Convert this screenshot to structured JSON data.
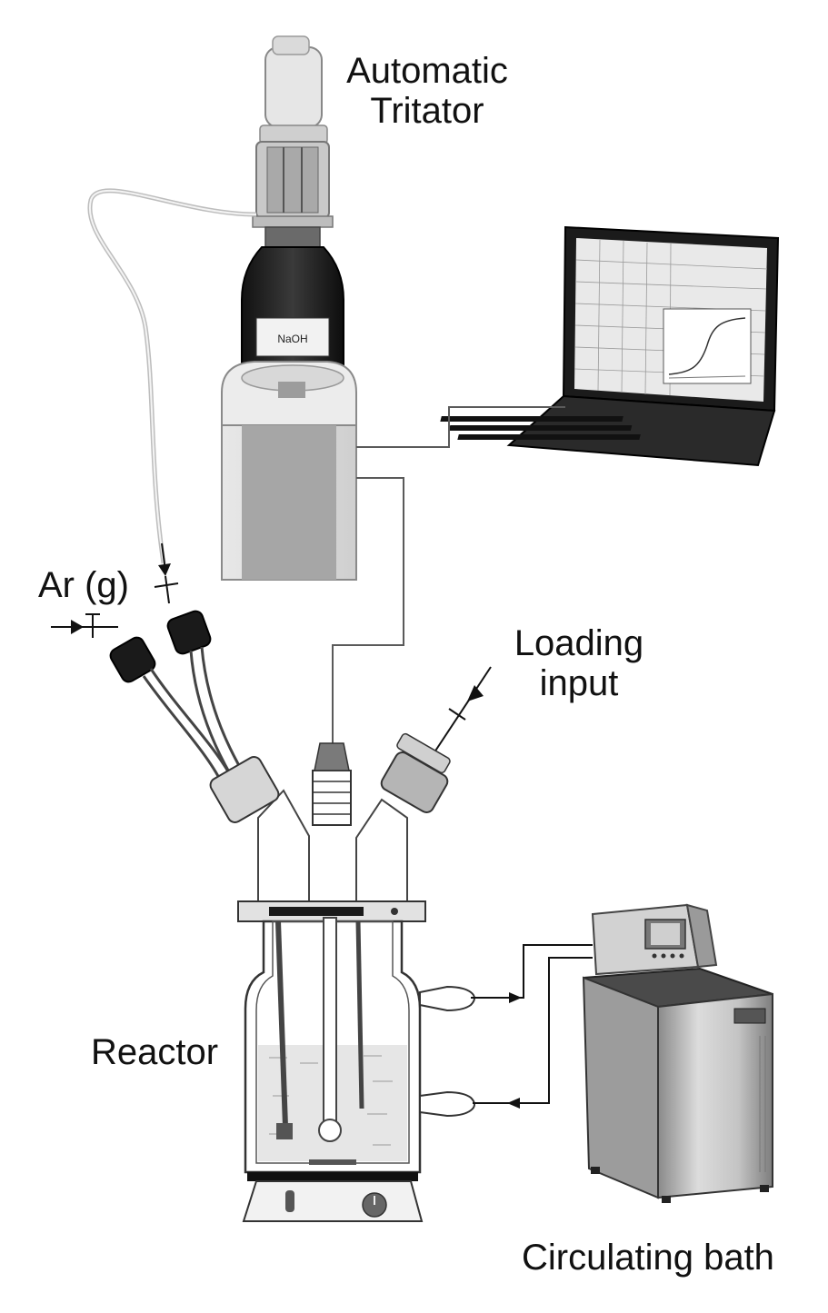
{
  "labels": {
    "titrator_line1": "Automatic",
    "titrator_line2": "Tritator",
    "argon": "Ar (g)",
    "loading_line1": "Loading",
    "loading_line2": "input",
    "reactor": "Reactor",
    "bath": "Circulating bath",
    "bottle_label": "NaOH"
  },
  "colors": {
    "line": "#5a5a5a",
    "arrow": "#111111",
    "glass": "#444444",
    "liquid": "#bdbdbd",
    "metal": "#b8b8b8",
    "dark": "#1a1a1a",
    "titrator_body": "#cfcfcf",
    "titrator_band": "#9a9a9a"
  },
  "icons": [
    "titrator-icon",
    "laptop-icon",
    "reactor-icon",
    "circulating-bath-icon",
    "stirrer-plate-icon",
    "valve-icon"
  ]
}
